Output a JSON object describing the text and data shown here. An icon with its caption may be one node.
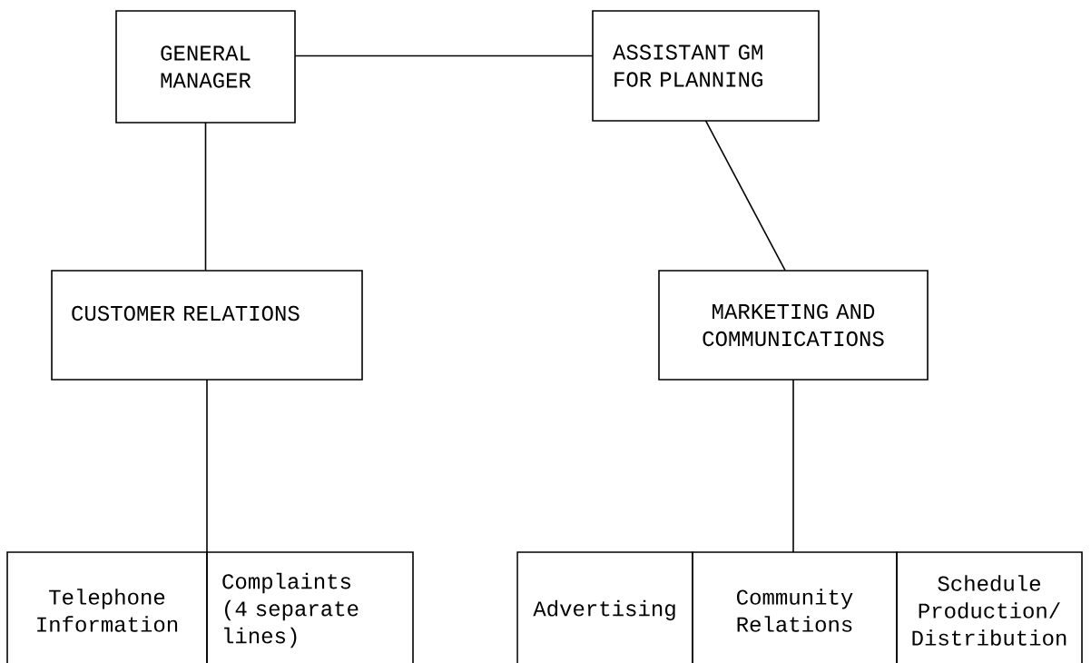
{
  "diagram": {
    "nodes": [
      {
        "text": [
          "GENERAL MANAGER"
        ]
      },
      {
        "text": [
          "ASSISTANT GM FOR PLANNING"
        ]
      },
      {
        "text": [
          "CUSTOMER RELATIONS"
        ]
      },
      {
        "text": [
          "MARKETING AND COMMUNICATIONS"
        ]
      },
      {
        "text": [
          "Telephone Information"
        ]
      },
      {
        "text": [
          "Complaints (4 separate lines)"
        ]
      },
      {
        "text": [
          "Advertising"
        ]
      },
      {
        "text": [
          "Community Relations"
        ]
      },
      {
        "text": [
          "Schedule Production/ Distribution"
        ]
      }
    ],
    "edges": [
      {
        "from": 0,
        "to": 1,
        "arrow": "none"
      },
      {
        "from": 0,
        "to": 2,
        "arrow": "none"
      },
      {
        "from": 1,
        "to": 3,
        "arrow": "none"
      },
      {
        "from": 2,
        "to": 4,
        "arrow": "none"
      },
      {
        "from": 2,
        "to": 5,
        "arrow": "none"
      },
      {
        "from": 3,
        "to": 7,
        "arrow": "none"
      }
    ]
  }
}
